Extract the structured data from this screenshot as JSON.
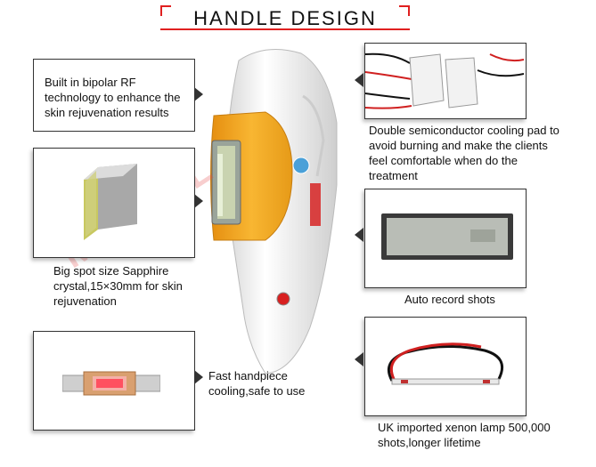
{
  "title": "HANDLE DESIGN",
  "watermark": "MEISAIL",
  "features": {
    "rf": "Built in bipolar RF technology to enhance the skin rejuvenation results",
    "sapphire": "Big spot size Sapphire crystal,15×30mm for skin rejuvenation",
    "cooling": "Fast handpiece cooling,safe to use",
    "semiconductor": "Double semiconductor cooling pad to avoid burning and make the clients feel comfortable when do the treatment",
    "record": "Auto record shots",
    "lamp": "UK imported xenon lamp 500,000 shots,longer lifetime"
  },
  "colors": {
    "accent": "#e02020",
    "handle_orange": "#f3a620",
    "lcd": "#b9bdb6"
  },
  "icons": [
    "handpiece-image",
    "sapphire-crystal-image",
    "cooling-light-image",
    "semiconductor-chip-image",
    "lcd-display-image",
    "xenon-lamp-image"
  ]
}
